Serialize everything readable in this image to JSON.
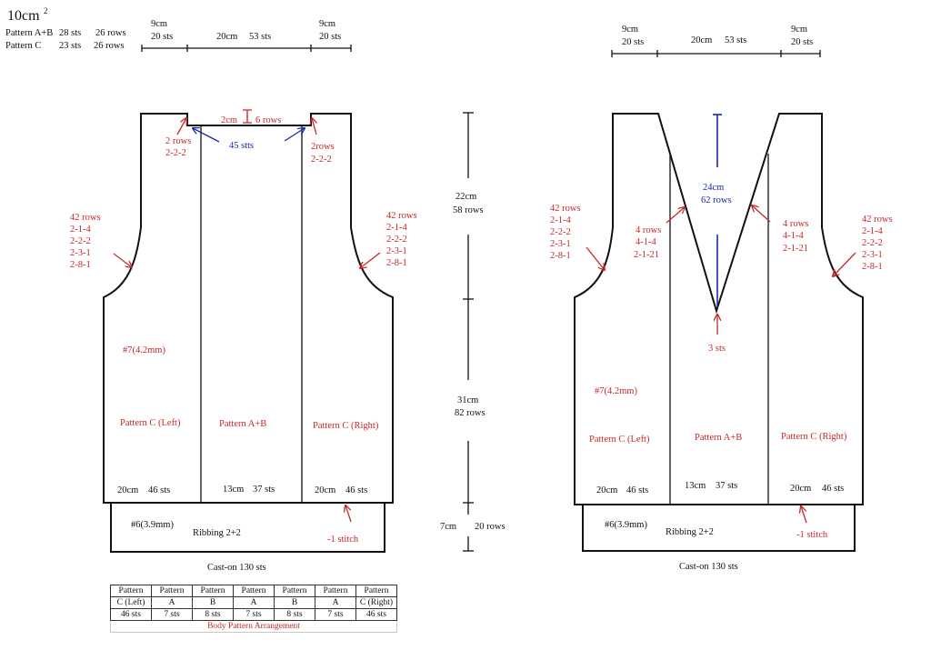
{
  "gauge": {
    "title": "10cm",
    "title_sup": "2",
    "line1": {
      "pattern": "Pattern A+B",
      "sts": "28 sts",
      "rows": "26 rows"
    },
    "line2": {
      "pattern": "Pattern C",
      "sts": "23 sts",
      "rows": "26 rows"
    }
  },
  "back": {
    "top_measures": [
      {
        "cm": "9cm",
        "sts": "20 sts"
      },
      {
        "cm": "20cm",
        "sts": "53 sts"
      },
      {
        "cm": "9cm",
        "sts": "20 sts"
      }
    ],
    "neck": {
      "depth": "2cm",
      "rows": "6 rows",
      "stitches": "45 stts"
    },
    "shoulder_left": [
      "2 rows",
      "2-2-2"
    ],
    "shoulder_right": [
      "2rows",
      "2-2-2"
    ],
    "armhole_left": [
      "42 rows",
      "2-1-4",
      "2-2-2",
      "2-3-1",
      "2-8-1"
    ],
    "armhole_right": [
      "42 rows",
      "2-1-4",
      "2-2-2",
      "2-3-1",
      "2-8-1"
    ],
    "needle_body": "#7(4.2mm)",
    "panels": [
      "Pattern C (Left)",
      "Pattern A+B",
      "Pattern C (Right)"
    ],
    "widths": [
      {
        "cm": "20cm",
        "sts": "46 sts"
      },
      {
        "cm": "13cm",
        "sts": "37 sts"
      },
      {
        "cm": "20cm",
        "sts": "46 sts"
      }
    ],
    "needle_rib": "#6(3.9mm)",
    "ribbing": "Ribbing 2+2",
    "decrease": "-1 stitch",
    "cast_on": "Cast-on 130 sts"
  },
  "heights": [
    {
      "cm": "22cm",
      "rows": "58 rows"
    },
    {
      "cm": "31cm",
      "rows": "82 rows"
    },
    {
      "cm": "7cm",
      "rows": "20 rows"
    }
  ],
  "front": {
    "top_measures": [
      {
        "cm": "9cm",
        "sts": "20 sts"
      },
      {
        "cm": "20cm",
        "sts": "53 sts"
      },
      {
        "cm": "9cm",
        "sts": "20 sts"
      }
    ],
    "vneck": {
      "depth": "24cm",
      "rows": "62 rows",
      "bottom": "3 sts"
    },
    "vneck_left": [
      "4 rows",
      "4-1-4",
      "2-1-21"
    ],
    "vneck_right": [
      "4 rows",
      "4-1-4",
      "2-1-21"
    ],
    "armhole_left": [
      "42 rows",
      "2-1-4",
      "2-2-2",
      "2-3-1",
      "2-8-1"
    ],
    "armhole_right": [
      "42 rows",
      "2-1-4",
      "2-2-2",
      "2-3-1",
      "2-8-1"
    ],
    "needle_body": "#7(4.2mm)",
    "panels": [
      "Pattern C (Left)",
      "Pattern A+B",
      "Pattern C (Right)"
    ],
    "widths": [
      {
        "cm": "20cm",
        "sts": "46 sts"
      },
      {
        "cm": "13cm",
        "sts": "37 sts"
      },
      {
        "cm": "20cm",
        "sts": "46 sts"
      }
    ],
    "needle_rib": "#6(3.9mm)",
    "ribbing": "Ribbing 2+2",
    "decrease": "-1 stitch",
    "cast_on": "Cast-on 130 sts"
  },
  "arrangement": {
    "row1": [
      "Pattern",
      "Pattern",
      "Pattern",
      "Pattern",
      "Pattern",
      "Pattern",
      "Pattern"
    ],
    "row2": [
      "C (Left)",
      "A",
      "B",
      "A",
      "B",
      "A",
      "C (Right)"
    ],
    "row3": [
      "46 sts",
      "7 sts",
      "8 sts",
      "7 sts",
      "8 sts",
      "7 sts",
      "46 sts"
    ],
    "caption": "Body Pattern Arrangement"
  },
  "colors": {
    "outline": "#111111",
    "annotation": "#c62828",
    "neck": "#1a2aa8"
  }
}
